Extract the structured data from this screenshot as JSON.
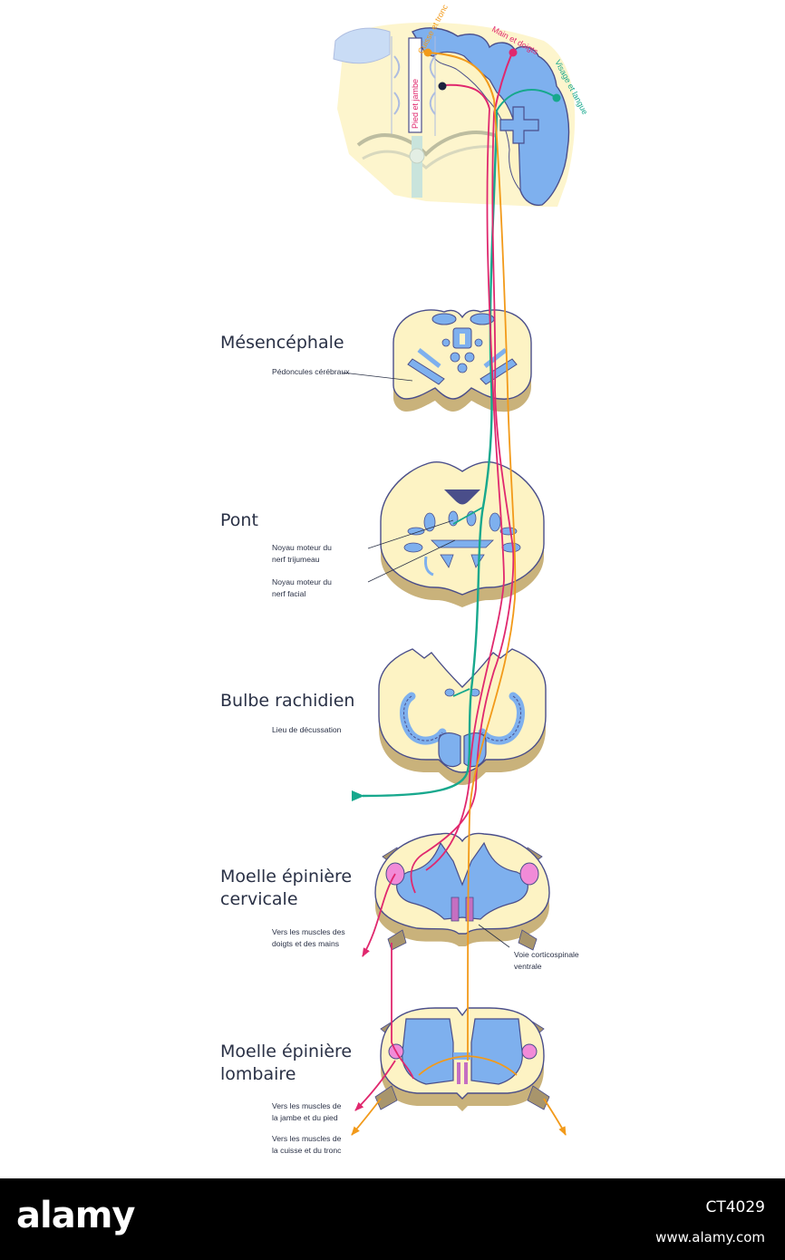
{
  "colors": {
    "cream": "#fdf3c4",
    "blue": "#7eb0ee",
    "outline": "#4a4e8a",
    "shadow": "#c9b27b",
    "tract_pink": "#e0286e",
    "tract_orange": "#f29a1a",
    "tract_teal": "#17a88d",
    "nucleus_pink": "#f18bd8",
    "root_brown": "#a8956c"
  },
  "cortex": {
    "labels": {
      "thigh_trunk": "Cuisse et tronc",
      "hand_fingers": "Main et doigts",
      "face_tongue": "Visage et langue",
      "foot_leg": "Pied et jambe"
    }
  },
  "sections": {
    "midbrain": {
      "title": "Mésencéphale",
      "notes": [
        "Pédoncules cérébraux"
      ]
    },
    "pons": {
      "title": "Pont",
      "notes": [
        "Noyau moteur du",
        "nerf trijumeau",
        "Noyau moteur du",
        "nerf facial"
      ]
    },
    "medulla": {
      "title": "Bulbe rachidien",
      "notes": [
        "Lieu de décussation"
      ]
    },
    "cervical": {
      "title_lines": [
        "Moelle épinière",
        "cervicale"
      ],
      "notes_left": [
        "Vers les muscles des",
        "doigts et des mains"
      ],
      "notes_right": [
        "Voie corticospinale",
        "ventrale"
      ]
    },
    "lumbar": {
      "title_lines": [
        "Moelle épinière",
        "lombaire"
      ],
      "notes_a": [
        "Vers les muscles de",
        "la jambe et du pied"
      ],
      "notes_b": [
        "Vers les muscles de",
        "la cuisse et du tronc"
      ]
    }
  },
  "footer": {
    "logo": "alamy",
    "image_code": "CT4029",
    "site": "www.alamy.com"
  }
}
